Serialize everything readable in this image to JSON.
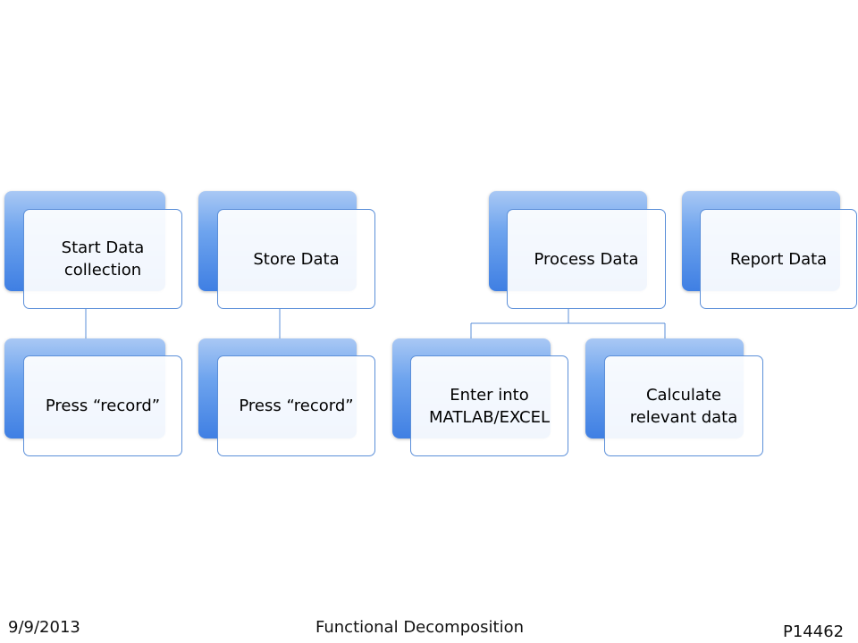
{
  "nodes": {
    "start_data_collection": "Start Data collection",
    "store_data": "Store Data",
    "process_data": "Process Data",
    "report_data": "Report Data",
    "press_record_1": "Press “record”",
    "press_record_2": "Press “record”",
    "enter_into_matlab_excel": "Enter into MATLAB/EXCEL",
    "calculate_relevant_data": "Calculate relevant data"
  },
  "footer": {
    "date": "9/9/2013",
    "title": "Functional Decomposition",
    "project_code": "P14462"
  },
  "colors": {
    "box_blue": "#4a86e8",
    "card_border": "#5b8fd9",
    "connector": "#5b8fd9"
  }
}
